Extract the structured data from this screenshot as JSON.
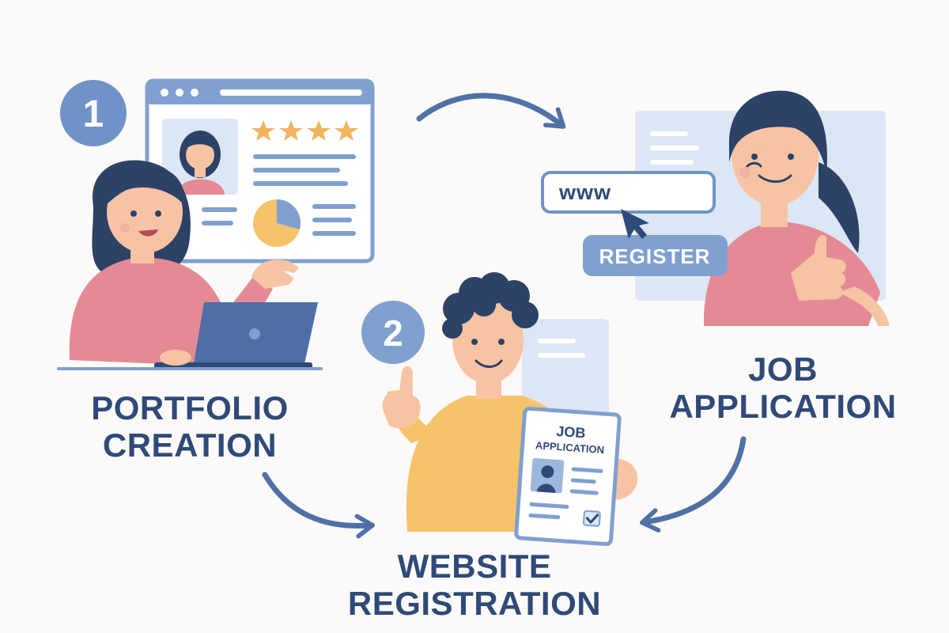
{
  "steps": {
    "one": {
      "badge": "1"
    },
    "two": {
      "badge": "2"
    }
  },
  "captions": {
    "portfolio": {
      "line1": "PORTFOLIO",
      "line2": "CREATION"
    },
    "job": {
      "line1": "JOB",
      "line2": "APPLICATION"
    },
    "website": {
      "line1": "WEBSITE",
      "line2": "REGISTRATION"
    }
  },
  "registration": {
    "url_text": "www",
    "register_label": "REGISTER"
  },
  "document": {
    "title_line1": "JOB",
    "title_line2": "APPLICATION"
  },
  "portfolio_screen": {
    "rating_stars": 4
  },
  "colors": {
    "primary_navy": "#2f4a78",
    "accent_blue": "#6f93c6",
    "light_blue": "#dde6f4",
    "star_orange": "#f4b35f",
    "shirt_pink": "#e48a94",
    "shirt_yellow": "#f6c36b",
    "skin": "#f6c3a5",
    "hair": "#2c4266",
    "background": "#fbfaf8"
  },
  "icons": [
    "browser-window-icon",
    "star-icon",
    "pie-chart-icon",
    "laptop-icon",
    "cursor-icon",
    "checkbox-icon",
    "profile-photo-icon",
    "cycle-arrow-icon"
  ]
}
